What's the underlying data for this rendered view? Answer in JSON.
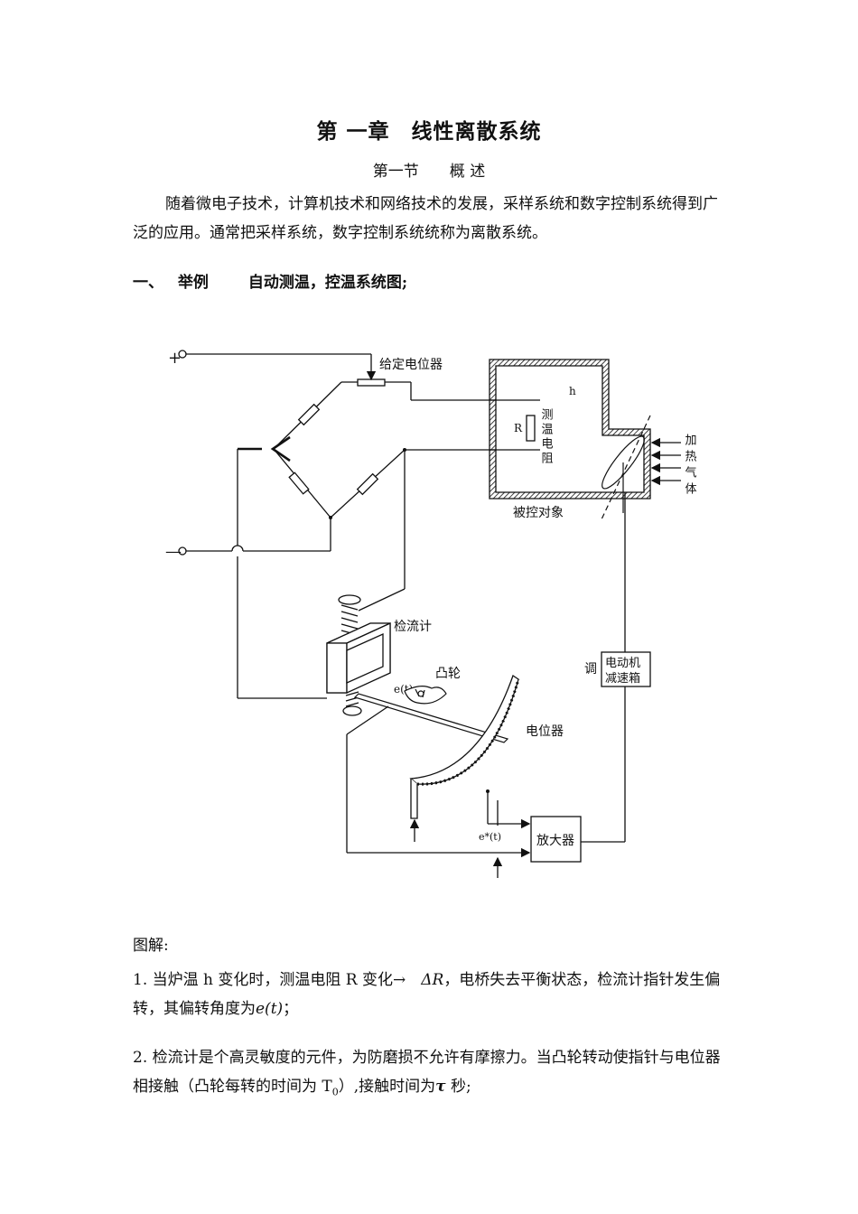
{
  "chapter_title": "第 一章　线性离散系统",
  "section_title": "第一节　　概 述",
  "intro_text": "随着微电子技术，计算机技术和网络技术的发展，采样系统和数字控制系统得到广泛的应用。通常把采样系统，数字控制系统统称为离散系统。",
  "heading": {
    "number": "一、",
    "label": "举例",
    "text": "自动测温，控温系统图;"
  },
  "diagram": {
    "plus": "+",
    "minus": "—",
    "setpoint_potentiometer": "给定电位器",
    "h_label": "h",
    "r_label": "R",
    "rtd_label": "测温电阻",
    "heating_gas": "加热气体",
    "plant_label": "被控对象",
    "galvanometer_label": "检流计",
    "cam_label": "凸轮",
    "e_t_label": "e(t)",
    "potentiometer_label": "电位器",
    "e_star_label": "e*(t)",
    "amplifier_label": "放大器",
    "motor_label_1": "电动机",
    "motor_label_2": "减速箱",
    "adjust_label": "调"
  },
  "explain_label": "图解:",
  "item1": {
    "prefix": "1. 当炉温 h 变化时，测温电阻 R 变化→　",
    "delta": "ΔR",
    "middle": "，电桥失去平衡状态，检流计指针发生偏转，其偏转角度为",
    "et": "e(t)",
    "suffix": "；"
  },
  "item2": {
    "prefix": "2. 检流计是个高灵敏度的元件，为防磨损不允许有摩擦力。当凸轮转动使指针与电位器相接触（凸轮每转的时间为 T",
    "t0_sub": "0",
    "middle": "）,接触时间为",
    "tau": "τ",
    "suffix": " 秒;"
  }
}
